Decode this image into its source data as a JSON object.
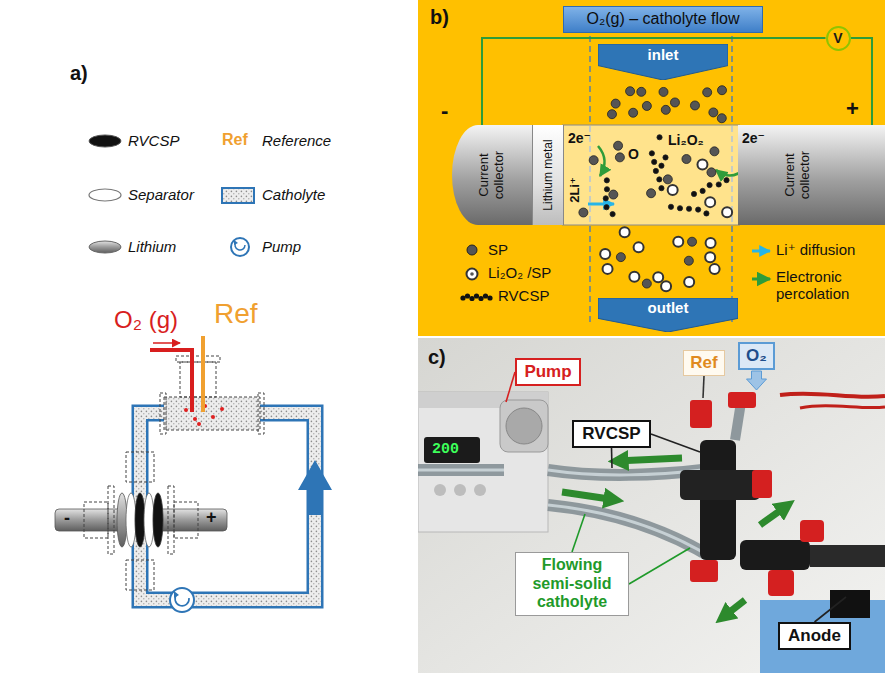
{
  "diagram": {
    "nodes": [
      {
        "text": [
          "O₂(g) – catholyte flow"
        ]
      },
      {
        "text": [
          "V"
        ]
      },
      {
        "text": [
          "inlet"
        ]
      },
      {
        "text": [
          "Current collector"
        ]
      },
      {
        "text": [
          "Lithium metal"
        ]
      },
      {
        "text": [
          "Current collector"
        ]
      },
      {
        "text": [
          "outlet"
        ]
      },
      {
        "text": [
          "Pump"
        ]
      },
      {
        "text": [
          "Ref"
        ]
      },
      {
        "text": [
          "O₂"
        ]
      },
      {
        "text": [
          "RVCSP"
        ]
      },
      {
        "text": [
          "Flowing semi-solid catholyte"
        ]
      },
      {
        "text": [
          "Anode"
        ]
      }
    ],
    "edges": [
      {
        "from": 3,
        "to": 1,
        "arrow": "none"
      },
      {
        "from": 1,
        "to": 5,
        "arrow": "none"
      }
    ],
    "labels": [
      "a)",
      "Ref",
      "O₂ (g)",
      "Ref",
      "-",
      "+",
      "b)",
      "-",
      "+",
      "2e⁻",
      "2Li⁺",
      "O",
      "Li₂O₂",
      "2e⁻",
      "c)",
      "200"
    ],
    "legend": [
      {
        "text": "RVCSP"
      },
      {
        "text": "Reference"
      },
      {
        "text": "Separator"
      },
      {
        "text": "Catholyte"
      },
      {
        "text": "Lithium"
      },
      {
        "text": "Pump"
      },
      {
        "text": "SP"
      },
      {
        "text": "Li₂O₂ /SP"
      },
      {
        "text": "RVCSP"
      },
      {
        "text": "Li⁺ diffusion"
      },
      {
        "text": "Electronic percolation"
      }
    ]
  }
}
